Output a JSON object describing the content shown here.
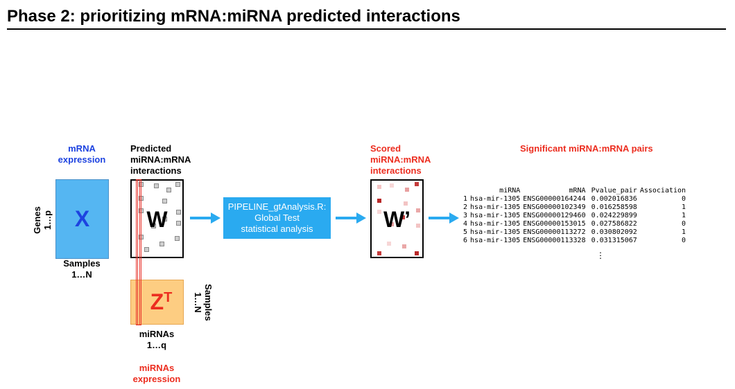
{
  "title": "Phase 2:  prioritizing mRNA:miRNA predicted interactions",
  "x_block": {
    "top_label": "mRNA\nexpression",
    "letter": "X",
    "left_label": "Genes\n1…p",
    "bottom_label": "Samples\n1…N",
    "fill_color": "#55b6f2"
  },
  "w_block": {
    "top_label": "Predicted\nmiRNA:mRNA\ninteractions",
    "letter": "W"
  },
  "z_block": {
    "letter": "Z",
    "superscript": "T",
    "right_label": "Samples\n1…N",
    "bottom_label": "miRNAs\n1…q",
    "red_label": "miRNAs\nexpression",
    "fill_color": "#fdcd82"
  },
  "pipeline": {
    "label": "PIPELINE_gtAnalysis.R:\nGlobal Test\nstatistical analysis",
    "color": "#2aaaf0"
  },
  "w_prime_block": {
    "top_label": "Scored\nmiRNA:mRNA\ninteractions",
    "letter": "W’"
  },
  "results": {
    "title": "Significant miRNA:mRNA pairs",
    "columns": [
      "",
      "miRNA",
      "mRNA",
      "Pvalue_pair",
      "Association"
    ],
    "rows": [
      [
        "1",
        "hsa-mir-1305",
        "ENSG00000164244",
        "0.002016836",
        "0"
      ],
      [
        "2",
        "hsa-mir-1305",
        "ENSG00000102349",
        "0.016258598",
        "1"
      ],
      [
        "3",
        "hsa-mir-1305",
        "ENSG00000129460",
        "0.024229899",
        "1"
      ],
      [
        "4",
        "hsa-mir-1305",
        "ENSG00000153015",
        "0.027586822",
        "0"
      ],
      [
        "5",
        "hsa-mir-1305",
        "ENSG00000113272",
        "0.030802092",
        "1"
      ],
      [
        "6",
        "hsa-mir-1305",
        "ENSG00000113328",
        "0.031315067",
        "0"
      ]
    ],
    "ellipsis": "⋮"
  },
  "colors": {
    "blue_text": "#1d43e0",
    "red_text": "#ec2d1f",
    "arrow": "#2aaaf0"
  }
}
